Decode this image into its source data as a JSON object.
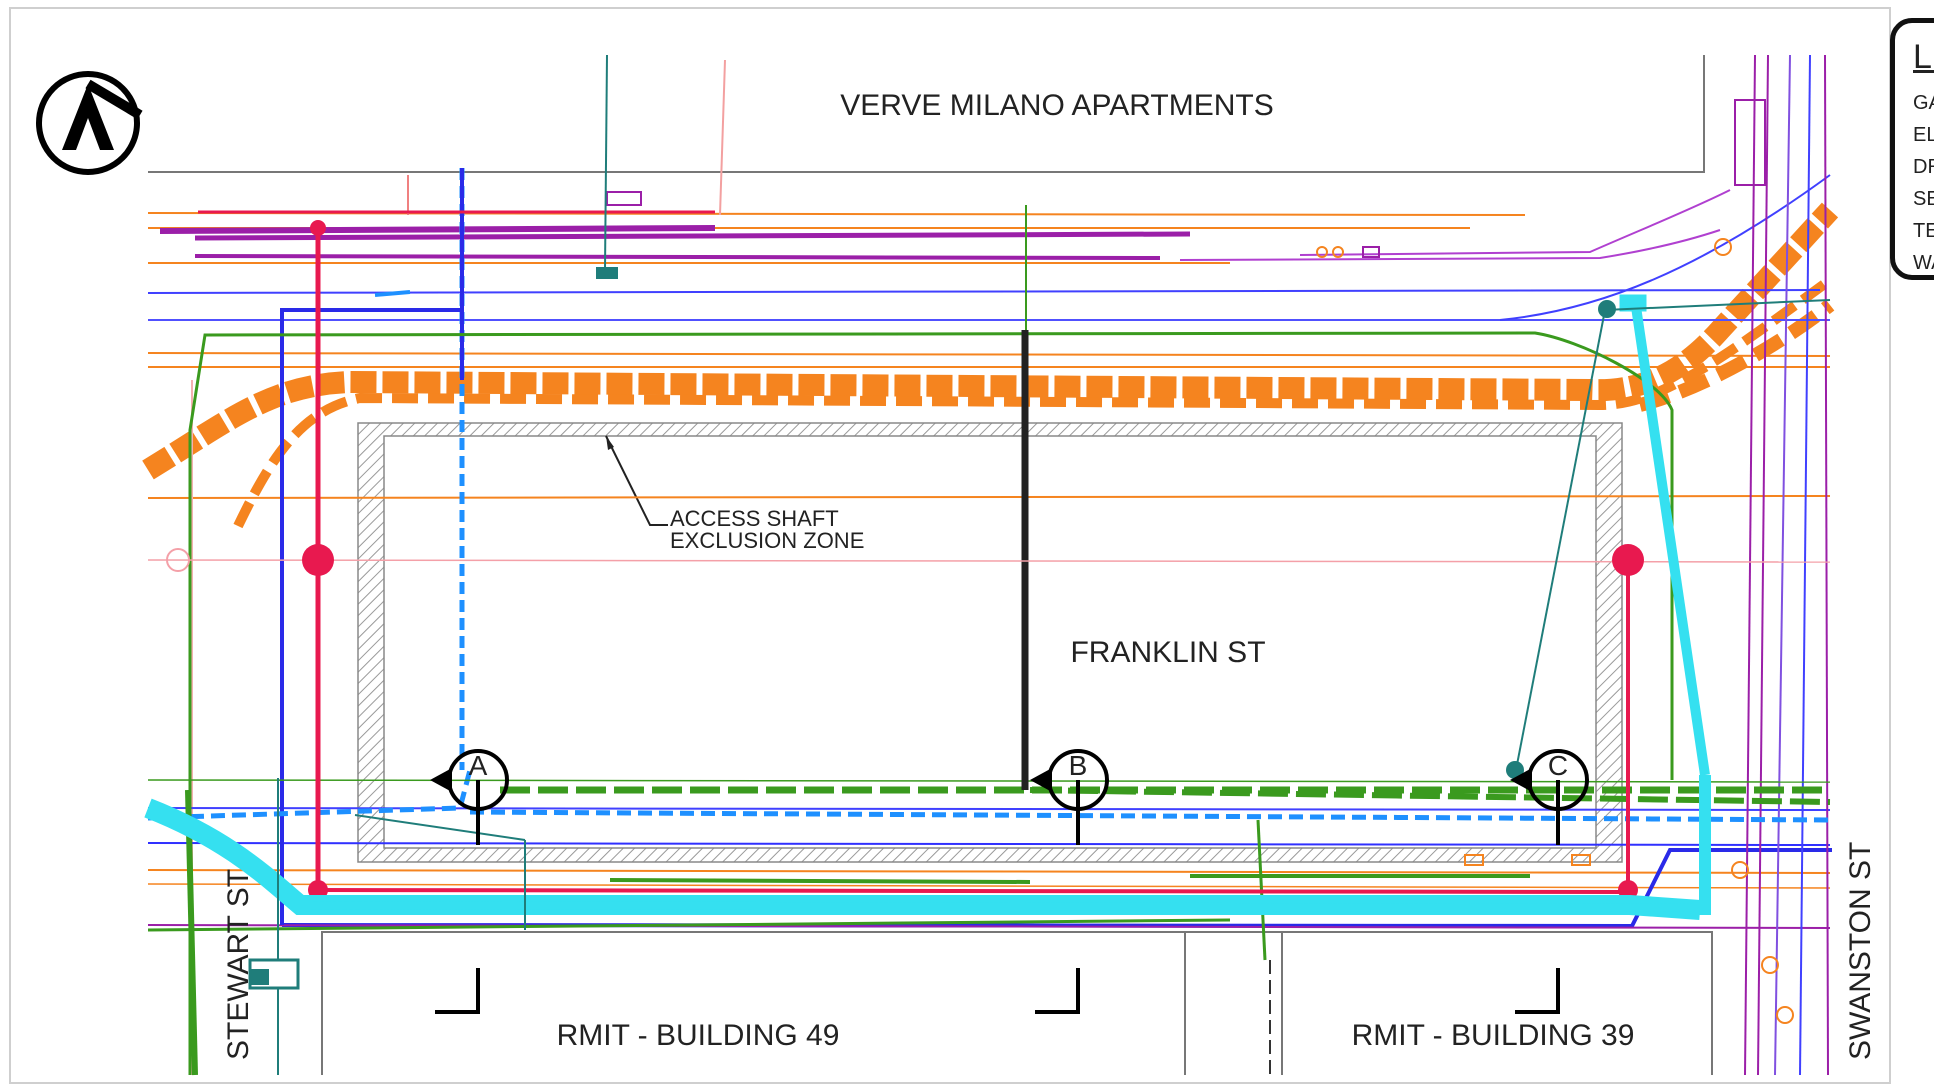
{
  "labels": {
    "top_building": "VERVE MILANO APARTMENTS",
    "street_center": "FRANKLIN ST",
    "street_left": "STEWART ST",
    "street_right": "SWANSTON ST",
    "bottom_left_building": "RMIT - BUILDING 49",
    "bottom_right_building": "RMIT - BUILDING 39",
    "zone_line1": "ACCESS SHAFT",
    "zone_line2": "EXCLUSION ZONE"
  },
  "sections": [
    "A",
    "B",
    "C"
  ],
  "legend": {
    "title": "LE",
    "items": [
      "GA",
      "EL",
      "DR",
      "SE",
      "TE",
      "WA"
    ]
  },
  "colors": {
    "gas": "#f5841f",
    "electrical": "#8a2be2",
    "telecom": "#9b1fa8",
    "water": "#1e90ff",
    "drainage": "#3a9a1e",
    "sewer": "#e8194f",
    "cyan_main": "#35e0f0",
    "teal": "#1f7d7a",
    "outline": "#555555"
  }
}
